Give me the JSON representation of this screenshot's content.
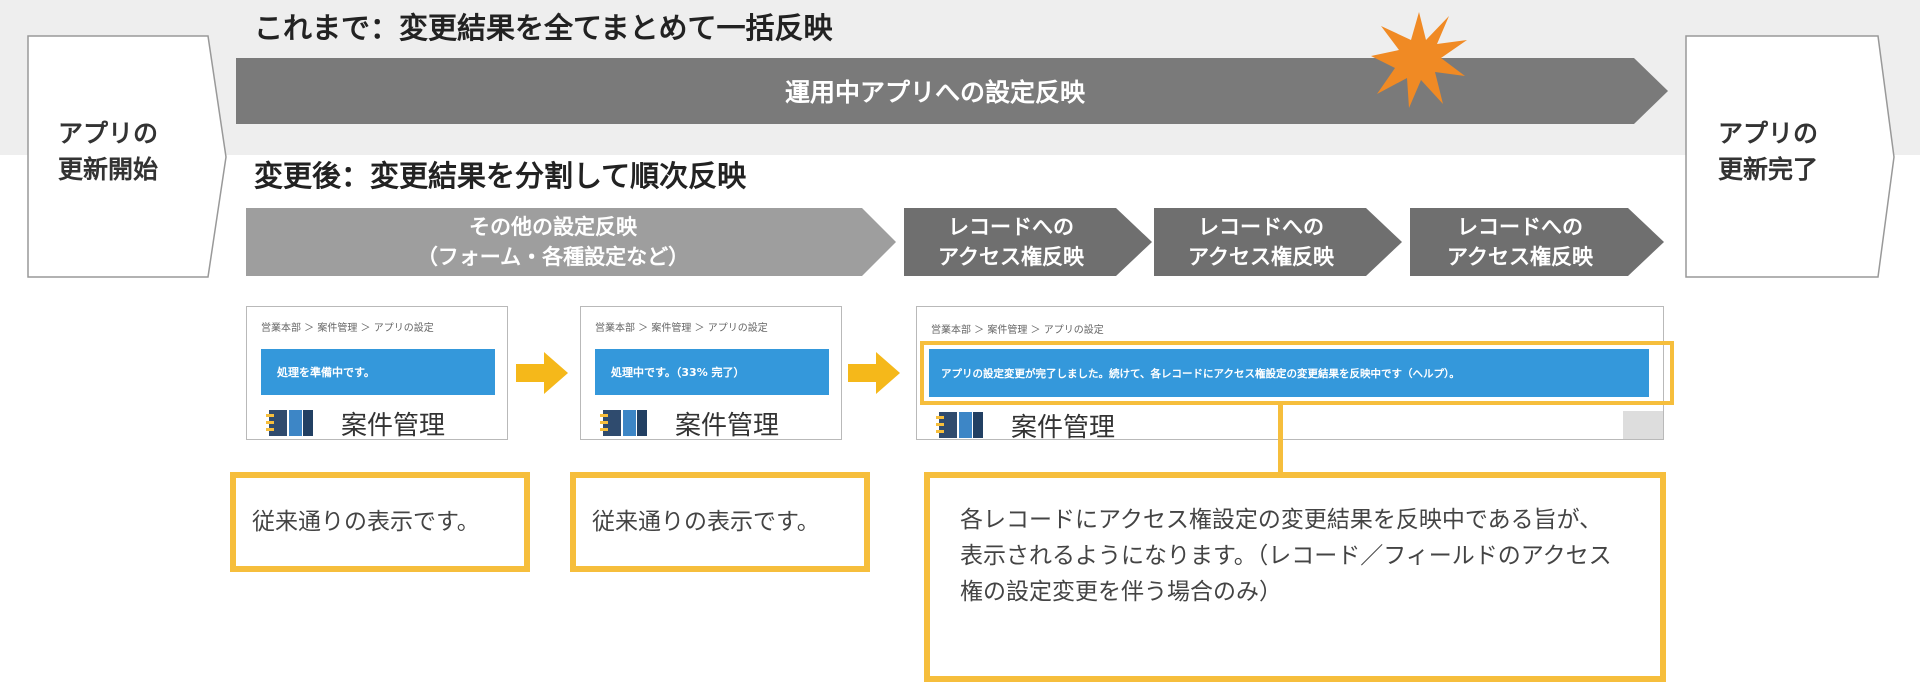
{
  "start_label": "アプリの\n更新開始",
  "end_label": "アプリの\n更新完了",
  "before": {
    "heading": "これまで：変更結果を全てまとめて一括反映",
    "arrow_label": "運用中アプリへの設定反映"
  },
  "after": {
    "heading": "変更後：変更結果を分割して順次反映",
    "steps": [
      {
        "label": "その他の設定反映\n（フォーム・各種設定など）"
      },
      {
        "label": "レコードへの\nアクセス権反映"
      },
      {
        "label": "レコードへの\nアクセス権反映"
      },
      {
        "label": "レコードへの\nアクセス権反映"
      }
    ]
  },
  "screens": [
    {
      "breadcrumb": "営業本部 ＞ 案件管理 ＞ アプリの設定",
      "message": "処理を準備中です。",
      "app_name": "案件管理",
      "caption": "従来通りの表示です。"
    },
    {
      "breadcrumb": "営業本部 ＞ 案件管理 ＞ アプリの設定",
      "message": "処理中です。（33% 完了）",
      "app_name": "案件管理",
      "caption": "従来通りの表示です。"
    },
    {
      "breadcrumb": "営業本部 ＞ 案件管理 ＞ アプリの設定",
      "message": "アプリの設定変更が完了しました。続けて、各レコードにアクセス権設定の変更結果を反映中です（ヘルプ）。",
      "app_name": "案件管理",
      "caption": "各レコードにアクセス権設定の変更結果を反映中である旨が、\n表示されるようになります。（レコード／フィールドのアクセス権の設定変更を伴う場合のみ）"
    }
  ],
  "colors": {
    "band": "#eeeeee",
    "before_arrow": "#7a7a7a",
    "other_step": "#9e9e9e",
    "access_step": "#6f6f6f",
    "message_bar": "#3498db",
    "highlight": "#f6be3c",
    "transition_arrow": "#f5b81a",
    "burst": "#f08a24"
  },
  "icons": {
    "burst": "explosion-burst-icon",
    "app": "notebook-app-icon",
    "transition": "right-arrow-icon"
  }
}
